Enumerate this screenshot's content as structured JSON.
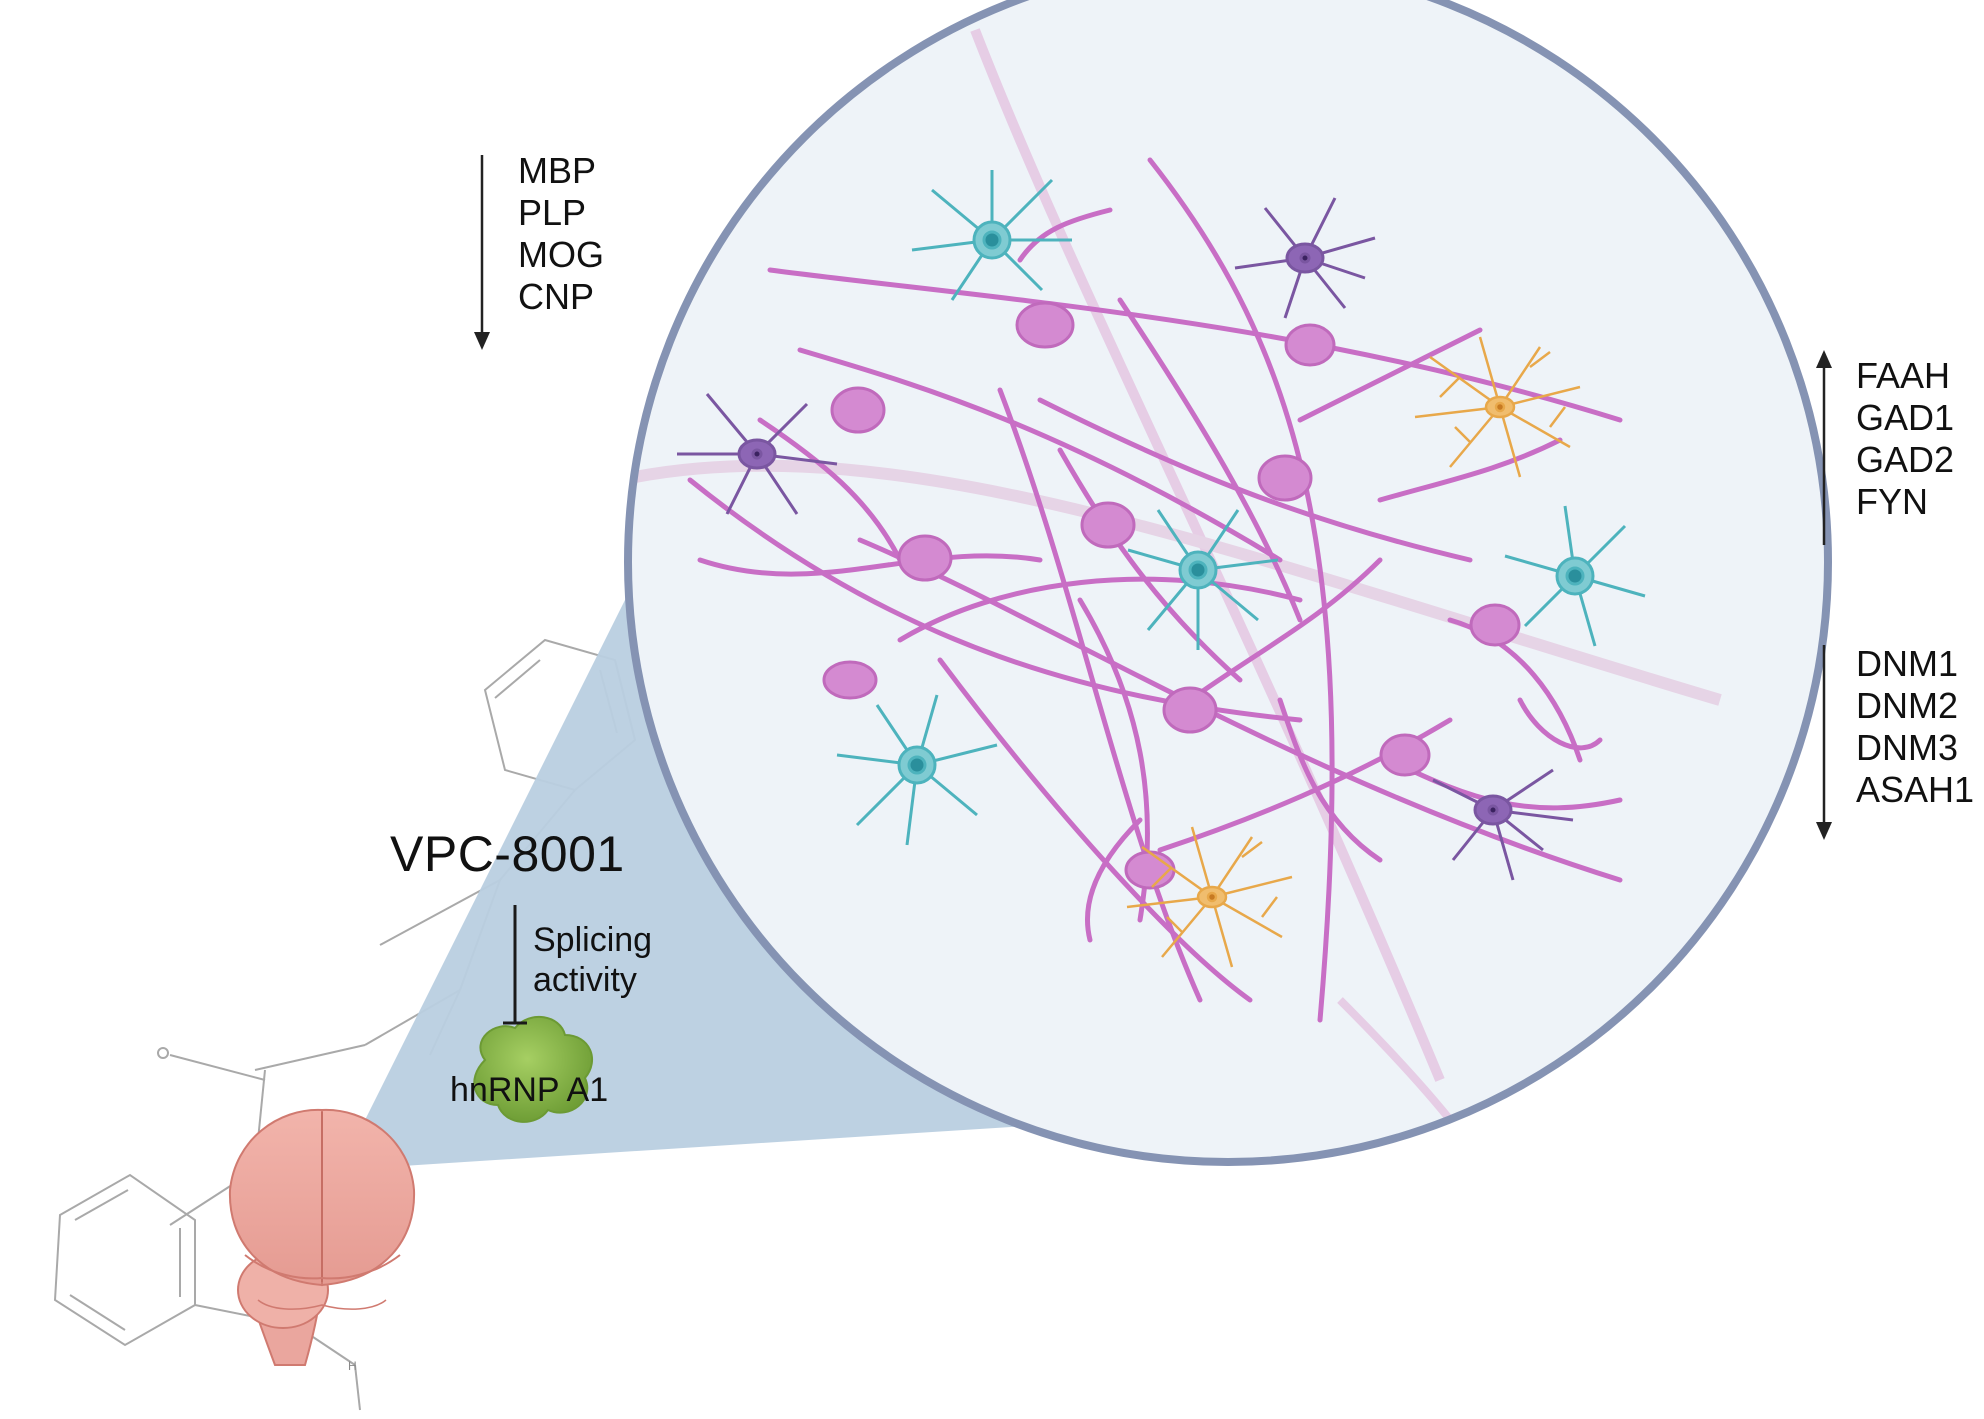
{
  "compound": {
    "name": "VPC-8001"
  },
  "inhibition": {
    "line1": "Splicing",
    "line2": "activity"
  },
  "target": {
    "name": "hnRNP A1"
  },
  "molecule": {
    "atom_label": "H"
  },
  "gene_groups": [
    {
      "direction": "down",
      "genes": [
        "MBP",
        "PLP",
        "MOG",
        "CNP"
      ]
    },
    {
      "direction": "up",
      "genes": [
        "FAAH",
        "GAD1",
        "GAD2",
        "FYN"
      ]
    },
    {
      "direction": "down",
      "genes": [
        "DNM1",
        "DNM2",
        "DNM3",
        "ASAH1"
      ]
    }
  ],
  "colors": {
    "circle_border": "#8593b3",
    "circle_fill": "#eef3f8",
    "zoom_cone": "#b9cfe0",
    "neuron": "#c86ec5",
    "neuron_soma": "#d48ad1",
    "oligodendrocyte": "#7a56a1",
    "microglia": "#4db3bd",
    "astrocyte": "#e8a84a",
    "protein": "#8ab84a",
    "brain": "#eaa69e"
  },
  "icons": [
    "down-arrow-icon",
    "up-arrow-icon",
    "inhibition-bar-icon",
    "brain-icon",
    "protein-icon",
    "molecule-icon"
  ]
}
